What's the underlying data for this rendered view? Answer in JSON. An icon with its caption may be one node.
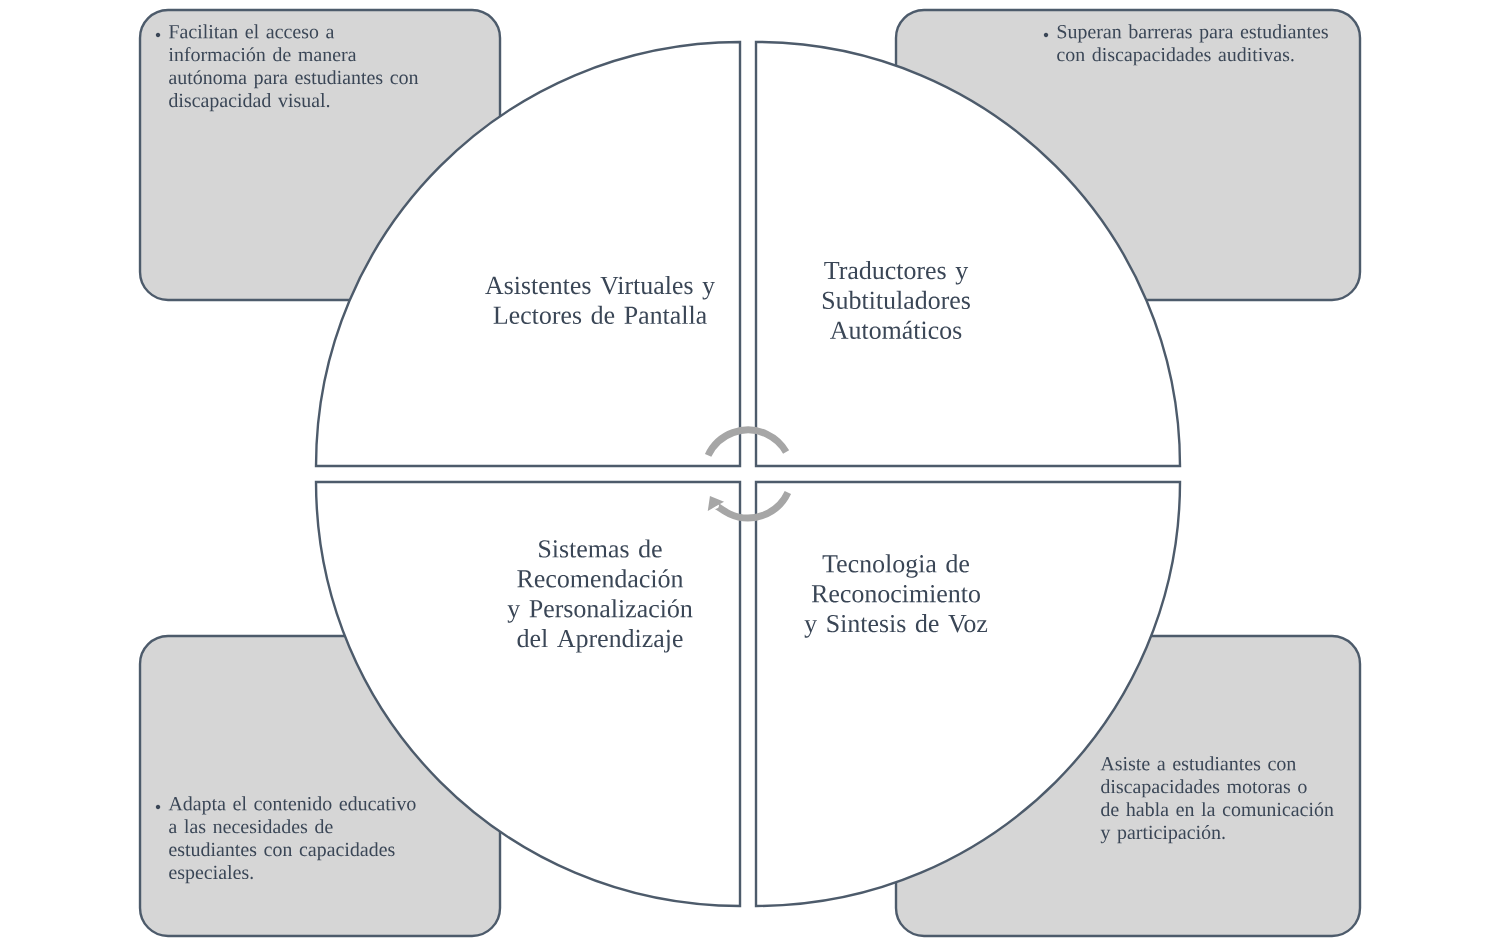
{
  "diagram": {
    "nodes": [
      {
        "text": [
          "Facilitan el acceso a información de manera autónoma para estudiantes con discapacidad visual."
        ]
      },
      {
        "text": [
          "Superan barreras para estudiantes con discapacidades auditivas."
        ]
      },
      {
        "text": [
          "Asistentes Virtuales y Lectores de Pantalla"
        ]
      },
      {
        "text": [
          "Traductores y Subtituladores Automáticos"
        ]
      },
      {
        "text": [
          "Sistemas de Recomendación y Personalización del Aprendizaje"
        ]
      },
      {
        "text": [
          "Tecnologia de Reconocimiento y Sintesis de Voz"
        ]
      },
      {
        "text": [
          "Adapta el contenido educativo a las necesidades de estudiantes con capacidades especiales."
        ]
      },
      {
        "text": [
          "Asiste a estudiantes con discapacidades motoras o de habla en la comunicación y participación."
        ]
      }
    ]
  }
}
